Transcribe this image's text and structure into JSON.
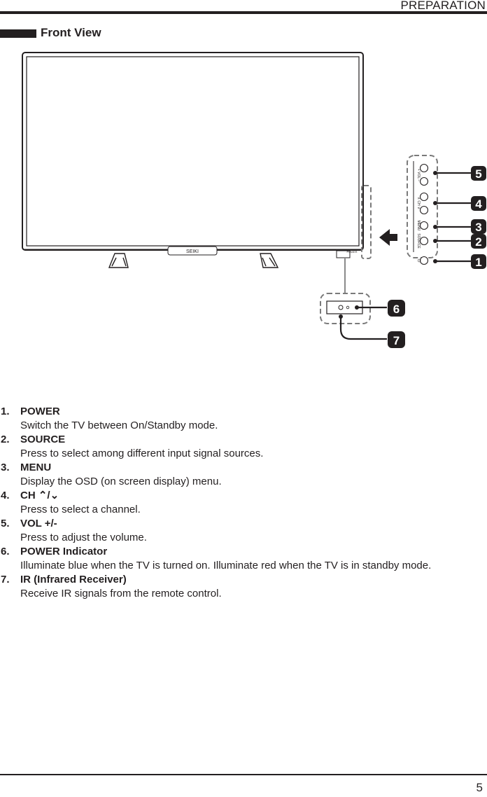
{
  "header": {
    "title": "PREPARATION"
  },
  "section": {
    "title": "Front View"
  },
  "diagram": {
    "brand_label": "SEIKI",
    "power_label": "POWER",
    "side_button_labels": [
      "+ VOL −",
      "∧ CH ∨",
      "MENU",
      "SOURCE",
      "⏻"
    ],
    "callouts": [
      "1",
      "2",
      "3",
      "4",
      "5",
      "6",
      "7"
    ]
  },
  "features": [
    {
      "number": "1.",
      "name": "POWER",
      "desc": "Switch the TV between On/Standby mode."
    },
    {
      "number": "2.",
      "name": "SOURCE",
      "desc": "Press to select among different input signal sources."
    },
    {
      "number": "3.",
      "name": "MENU",
      "desc": "Display the OSD (on screen display) menu."
    },
    {
      "number": "4.",
      "name": "CH ⌃/⌄",
      "desc": "Press to select a channel."
    },
    {
      "number": "5.",
      "name": "VOL +/-",
      "desc": "Press to adjust the volume."
    },
    {
      "number": "6.",
      "name": "POWER Indicator",
      "desc": "Illuminate blue when the TV is turned on. Illuminate red when the TV is in standby mode."
    },
    {
      "number": "7.",
      "name": "IR (Infrared Receiver)",
      "desc": "Receive IR signals from the remote control."
    }
  ],
  "footer": {
    "page_number": "5"
  }
}
